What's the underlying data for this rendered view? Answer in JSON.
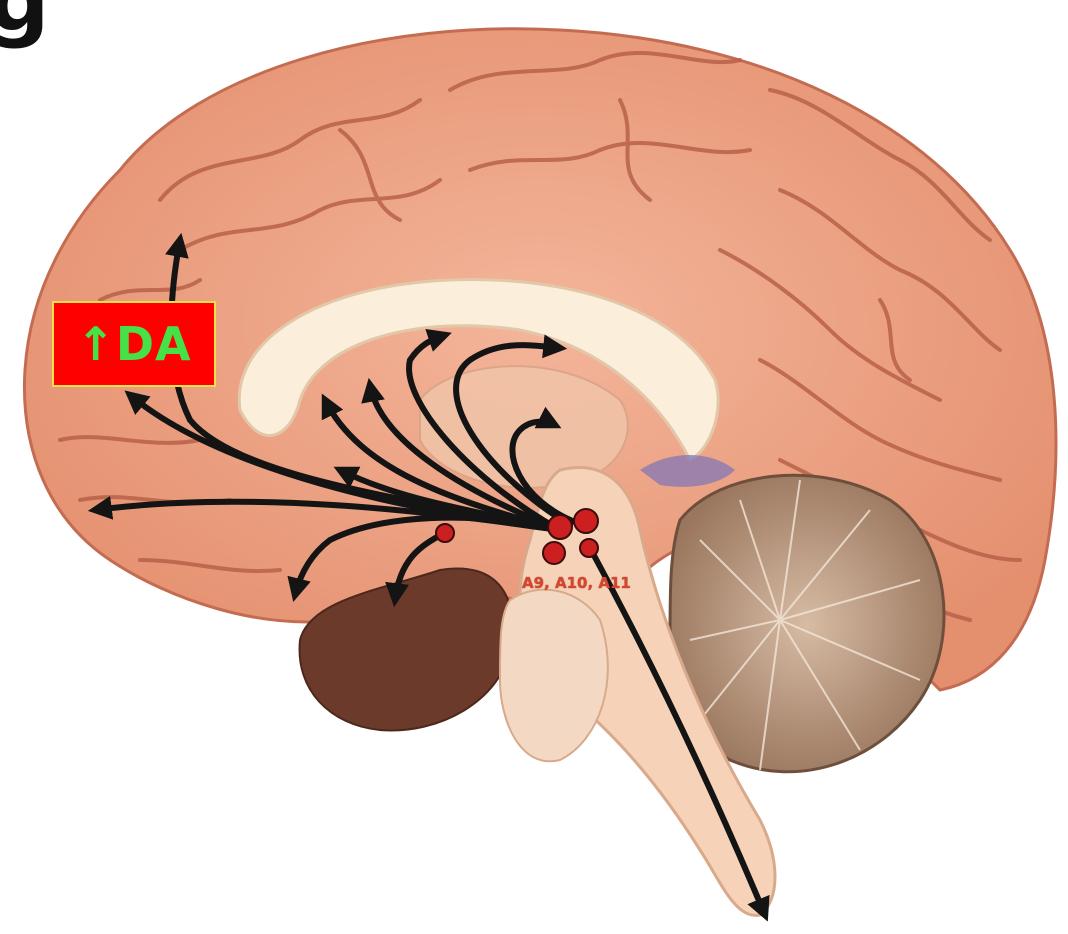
{
  "corner_glyph": "g",
  "dopamine_box": {
    "text": "↑DA",
    "bg_color": "#ff0000",
    "border_color": "#f2e04a",
    "text_color": "#46e146"
  },
  "nuclei_label": "A9, A10, A11",
  "colors": {
    "cortex": "#eea589",
    "gyri_outline": "#b9614a",
    "corpus_callosum": "#fbefdc",
    "brainstem": "#f6d3b8",
    "cerebellum": "#bd9a80",
    "pathway_arrows": "#141414",
    "nuclei": "#cc1f1f"
  },
  "icons": {
    "pathway": "arrow-icon",
    "nucleus": "circle-icon"
  }
}
